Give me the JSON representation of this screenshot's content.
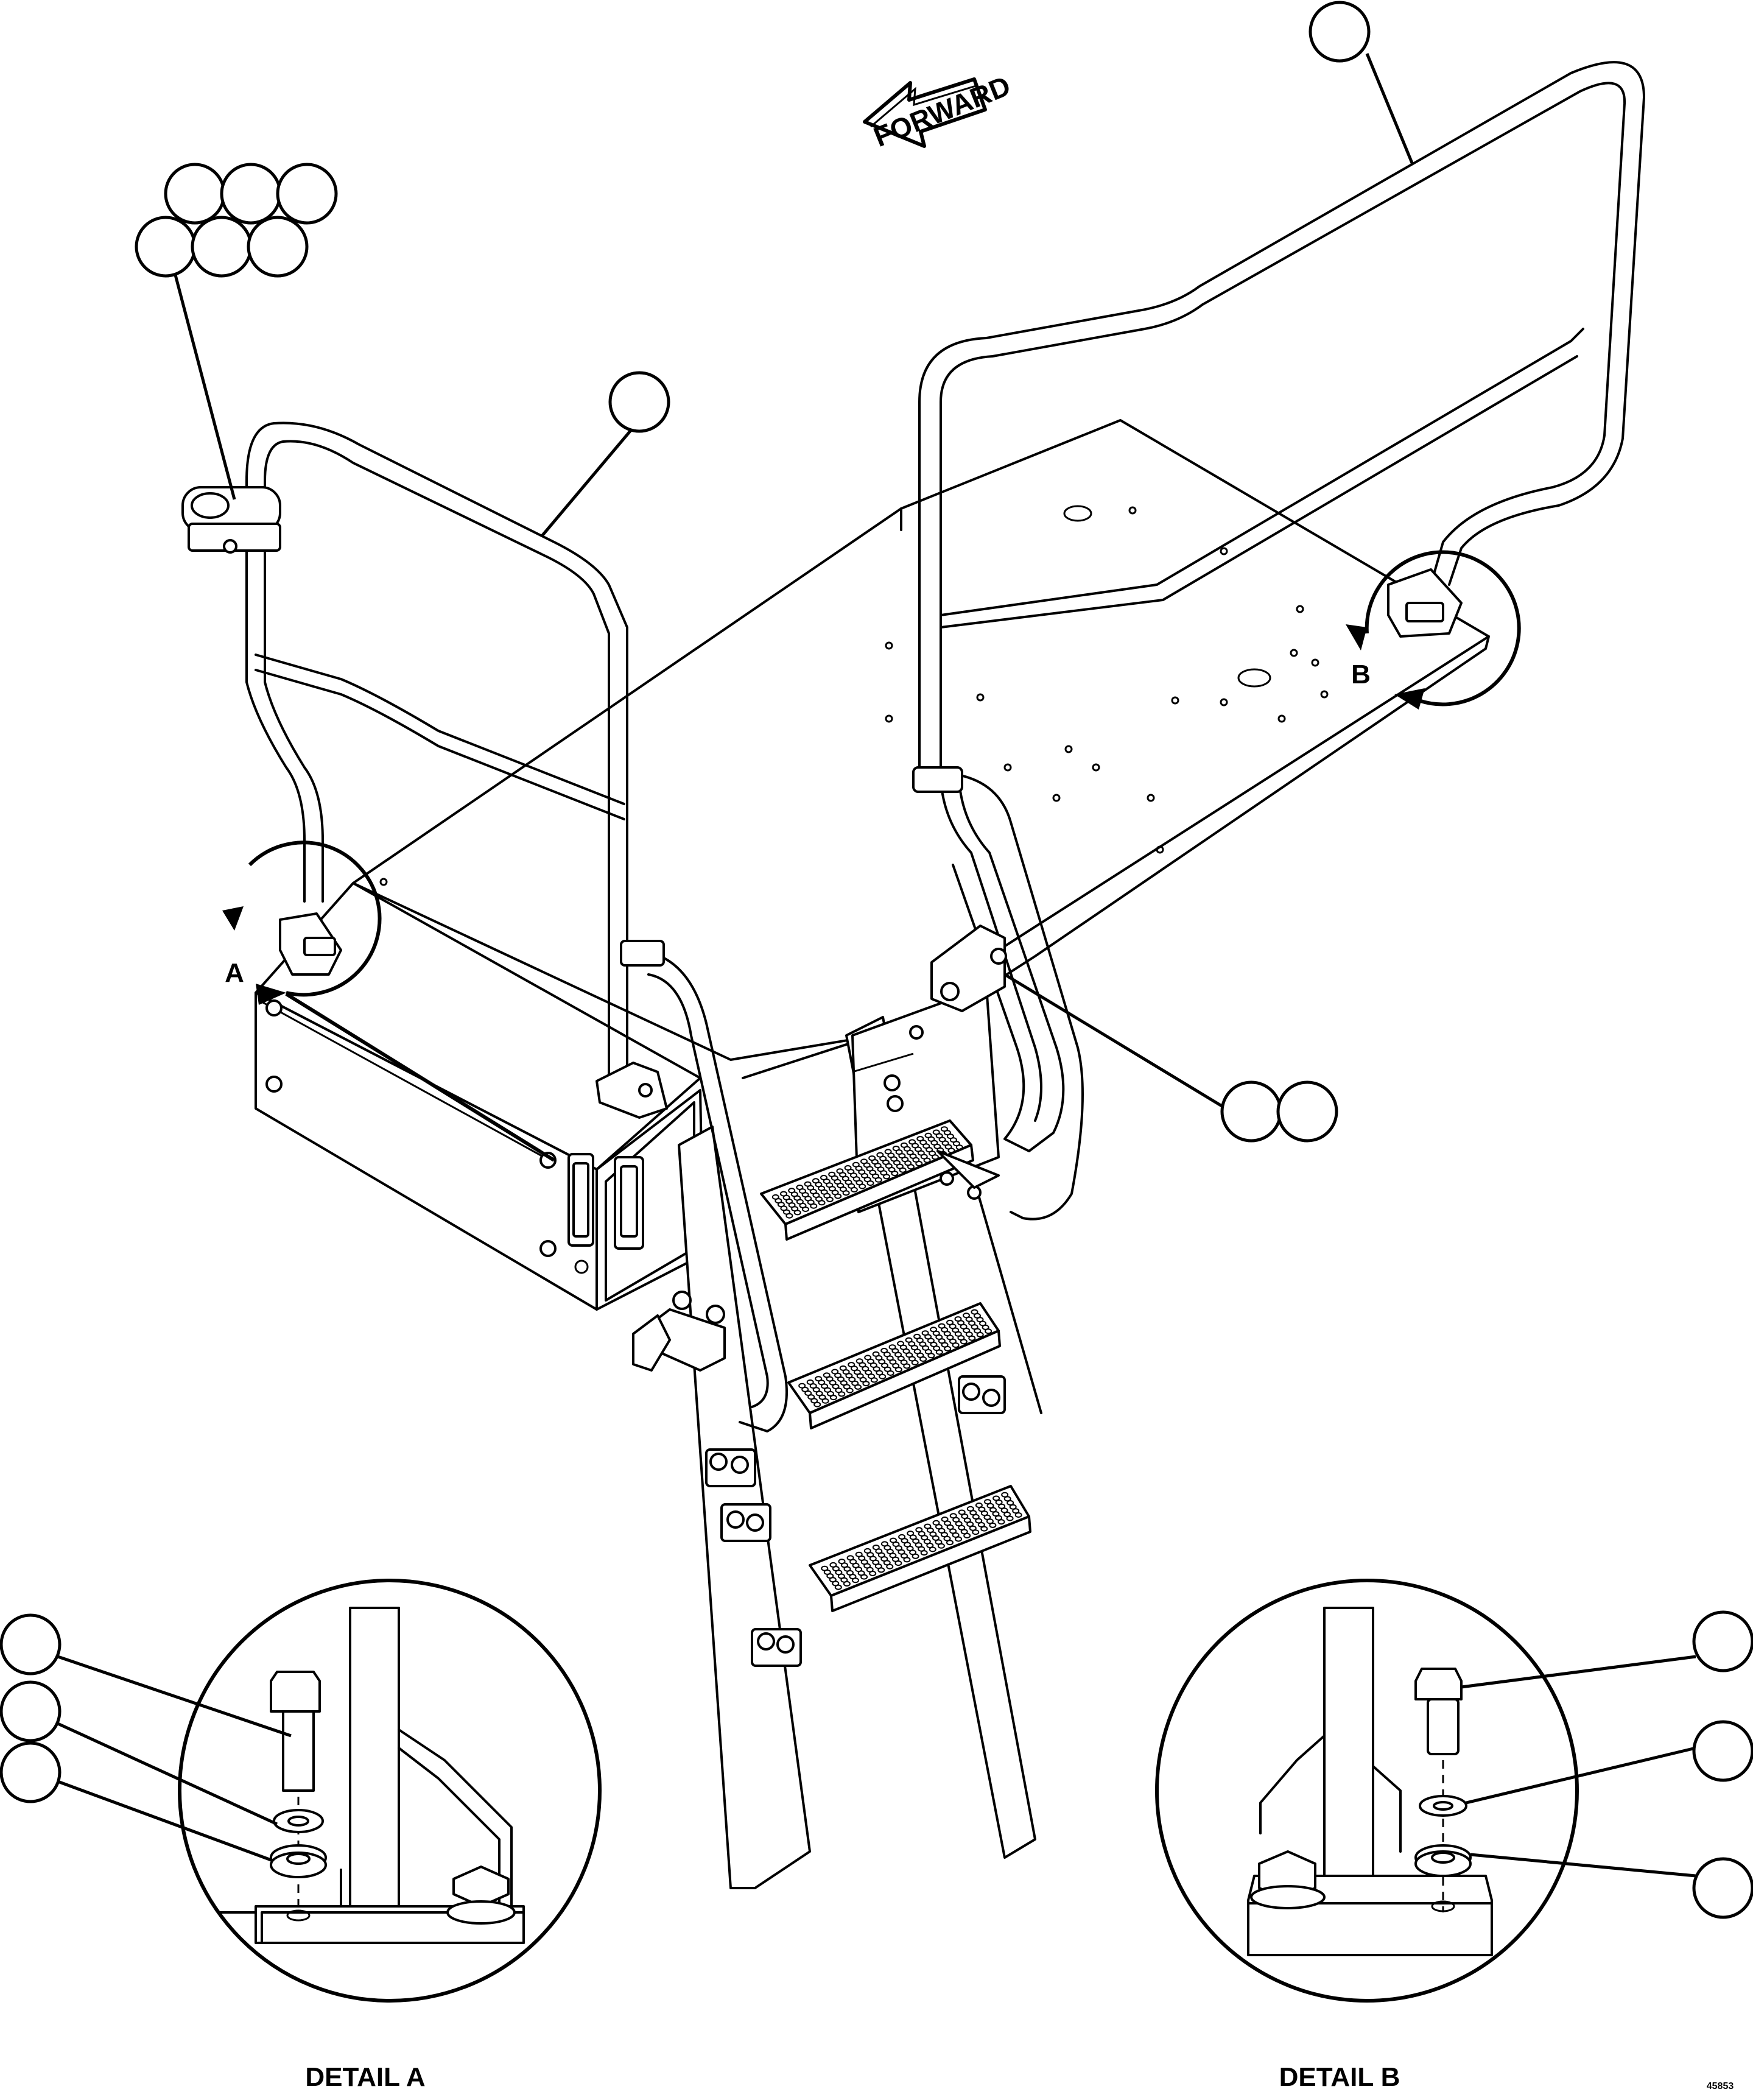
{
  "forward_label": "FORWARD",
  "view_letters": {
    "a": "A",
    "b": "B"
  },
  "detail_titles": {
    "a": "DETAIL A",
    "b": "DETAIL B"
  },
  "drawing_number": "45853"
}
